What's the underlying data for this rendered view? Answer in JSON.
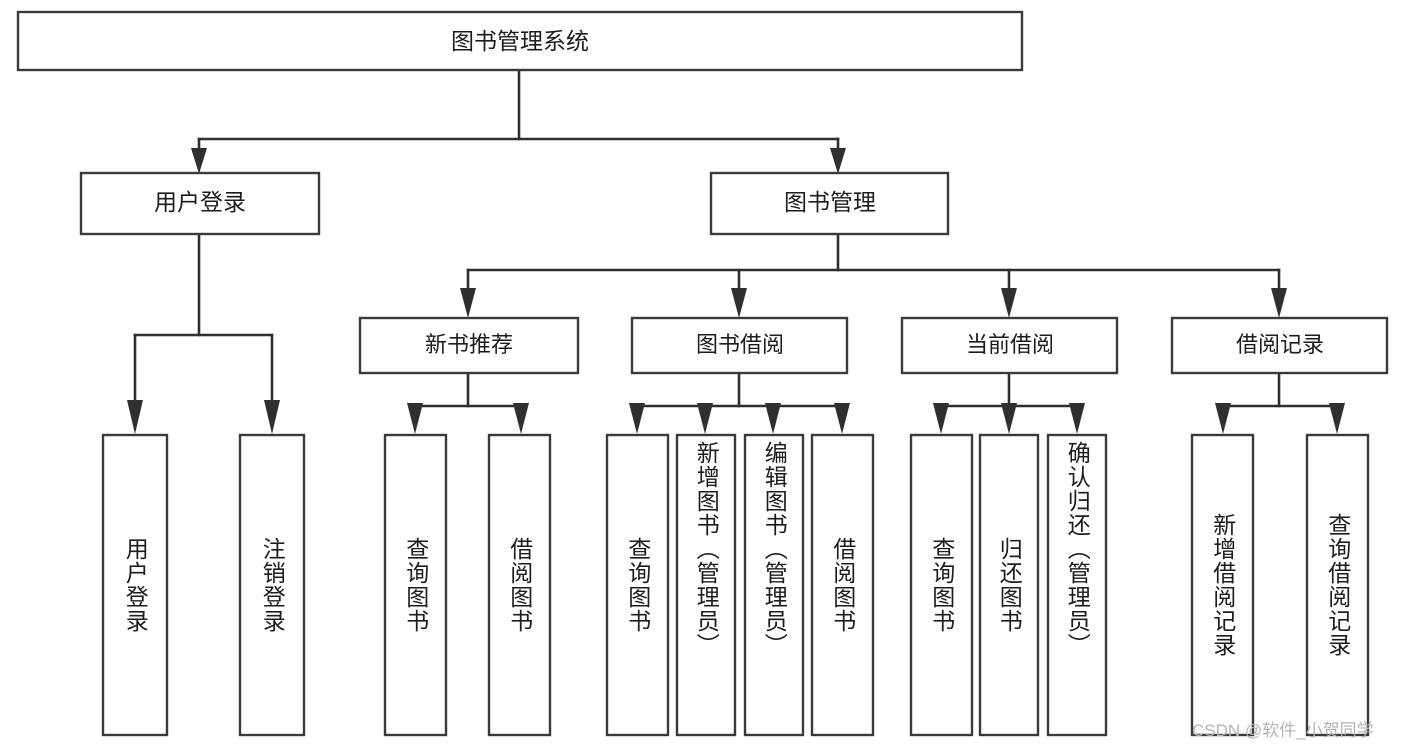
{
  "diagram": {
    "title": "图书管理系统",
    "type": "tree",
    "orientation": "top-down",
    "colors": {
      "background": "#ffffff",
      "box_stroke": "#3a3a3a",
      "box_fill": "#ffffff",
      "connector": "#2f2f2f",
      "text": "#1d1d1d",
      "watermark": "#b4b4b4"
    },
    "root": {
      "label": "图书管理系统"
    },
    "level2": [
      {
        "label": "用户登录"
      },
      {
        "label": "图书管理"
      }
    ],
    "level3": [
      {
        "label": "新书推荐"
      },
      {
        "label": "图书借阅"
      },
      {
        "label": "当前借阅"
      },
      {
        "label": "借阅记录"
      }
    ],
    "leaves": {
      "user_login": [
        {
          "label": "用户登录"
        },
        {
          "label": "注销登录"
        }
      ],
      "new_book_recommend": [
        {
          "label": "查询图书"
        },
        {
          "label": "借阅图书"
        }
      ],
      "book_borrow": [
        {
          "label": "查询图书"
        },
        {
          "label": "新增图书（管理员）"
        },
        {
          "label": "编辑图书（管理员）"
        },
        {
          "label": "借阅图书"
        }
      ],
      "current_borrow": [
        {
          "label": "查询图书"
        },
        {
          "label": "归还图书"
        },
        {
          "label": "确认归还（管理员）"
        }
      ],
      "borrow_records": [
        {
          "label": "新增借阅记录"
        },
        {
          "label": "查询借阅记录"
        }
      ]
    }
  },
  "watermark": {
    "text": "CSDN @软件_小贺同学"
  }
}
